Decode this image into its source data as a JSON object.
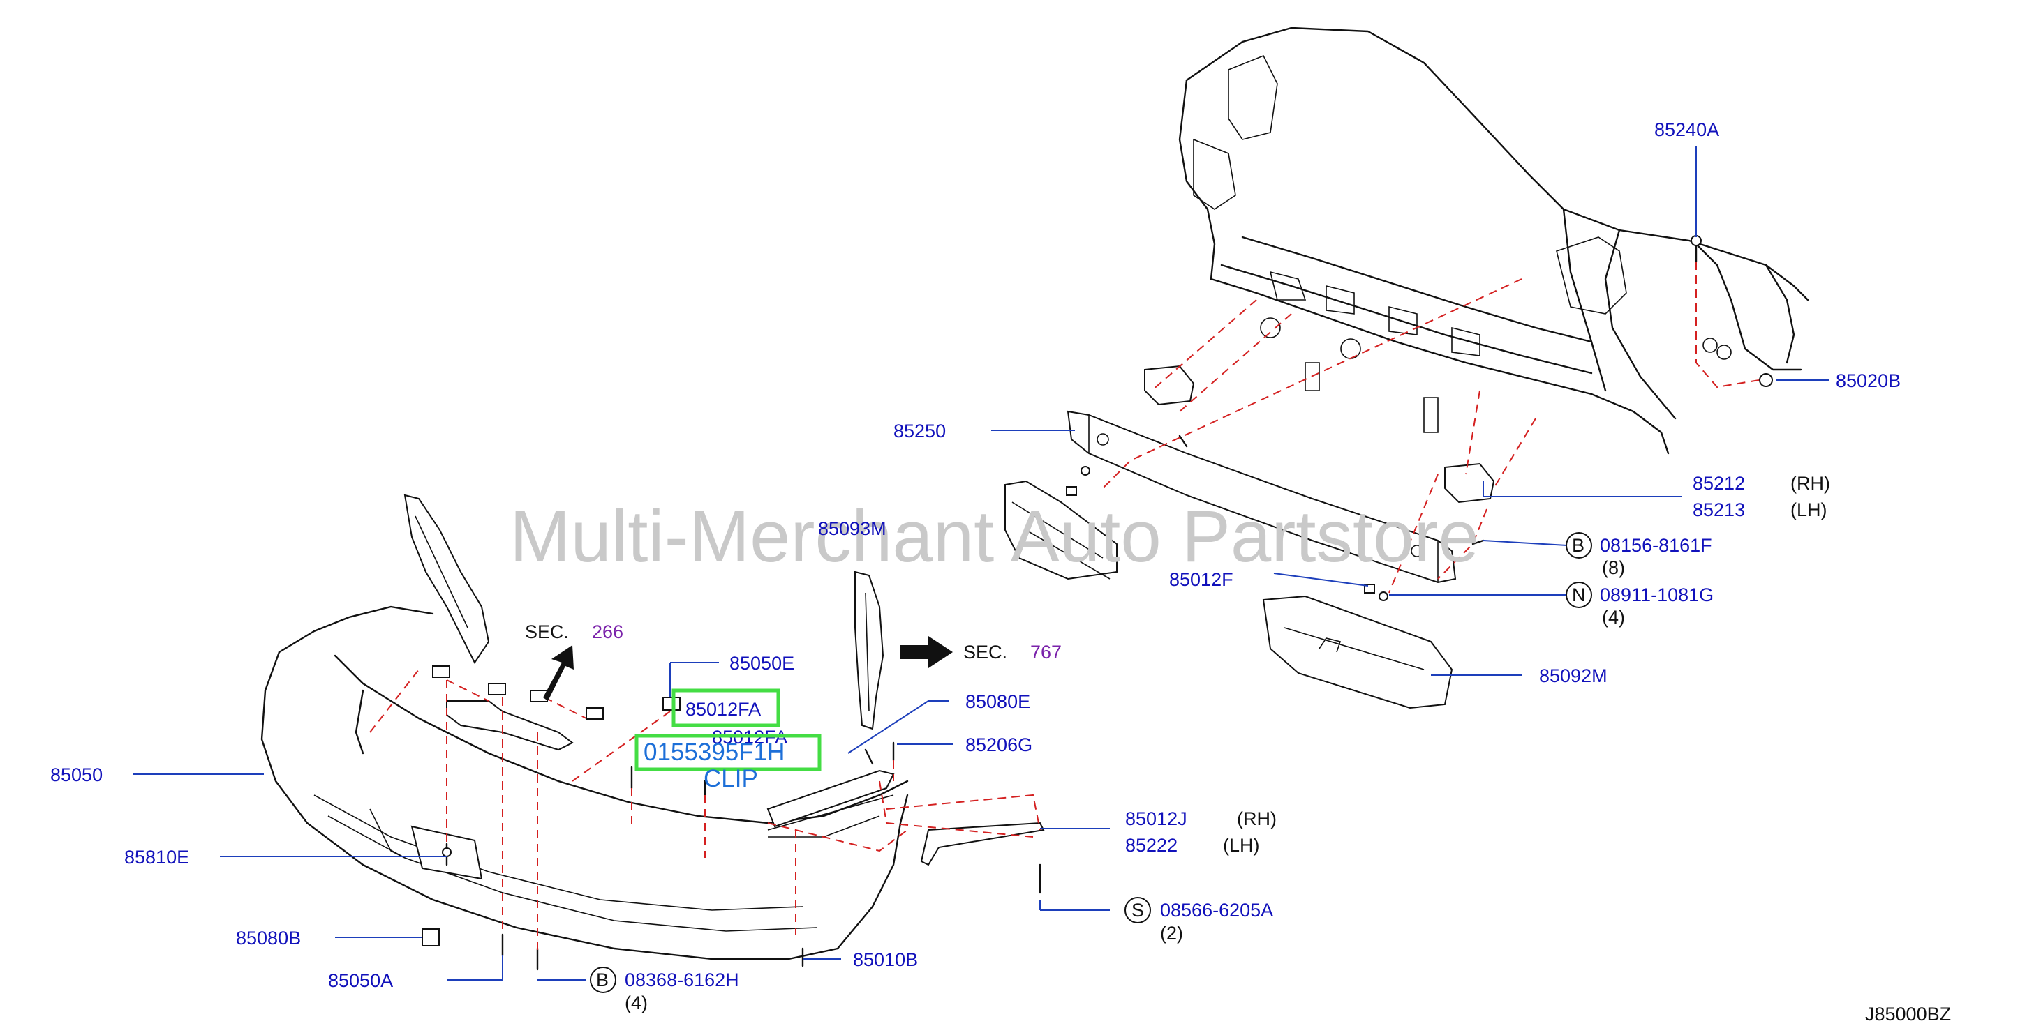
{
  "watermark": "Multi-Merchant Auto Partstore",
  "diagram_id": "J85000BZ",
  "sections": [
    {
      "label": "SEC.",
      "number": "266"
    },
    {
      "label": "SEC.",
      "number": "767"
    }
  ],
  "parts": {
    "p85240A": "85240A",
    "p85020B": "85020B",
    "p85250": "85250",
    "p85212": "85212",
    "p85212_side": "(RH)",
    "p85213": "85213",
    "p85213_side": "(LH)",
    "p85093M": "85093M",
    "p08156": "08156-8161F",
    "p08156_letter": "B",
    "p08156_qty": "(8)",
    "p85012F": "85012F",
    "p08911": "08911-1081G",
    "p08911_letter": "N",
    "p08911_qty": "(4)",
    "p85092M": "85092M",
    "p85050E": "85050E",
    "p85012FA_top": "85012FA",
    "p85012FA": "85012FA",
    "p0155395": "0155395F1H",
    "p_clip": "CLIP",
    "p85080E": "85080E",
    "p85206G": "85206G",
    "p85050": "85050",
    "p85012J": "85012J",
    "p85012J_side": "(RH)",
    "p85222": "85222",
    "p85222_side": "(LH)",
    "p85810E": "85810E",
    "p08566": "08566-6205A",
    "p08566_letter": "S",
    "p08566_qty": "(2)",
    "p85080B": "85080B",
    "p85050A": "85050A",
    "p08368": "08368-6162H",
    "p08368_letter": "B",
    "p08368_qty": "(4)",
    "p85010B": "85010B"
  },
  "colors": {
    "part_number": "#1111bb",
    "leader_line": "#1d3fbb",
    "dashed_line": "#d42020",
    "highlight_box": "#44dd44",
    "highlight_text": "#1d6fd8",
    "section_number": "#7a22aa",
    "watermark": "#c9c9c9"
  }
}
